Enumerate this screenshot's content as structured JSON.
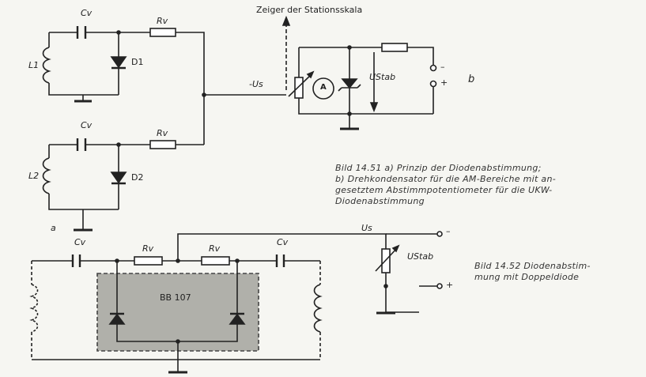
{
  "fig_a": {
    "cv1": "Cv",
    "rv1": "Rv",
    "l1": "L1",
    "d1": "D1",
    "cv2": "Cv",
    "rv2": "Rv",
    "l2": "L2",
    "d2": "D2",
    "us": "-Us",
    "panel": "a"
  },
  "fig_b": {
    "pointer": "Zeiger der Stationsskala",
    "ammeter": "A",
    "ustab": "UStab",
    "minus": "–",
    "plus": "+",
    "panel": "b"
  },
  "caption_1451": {
    "l1": "Bild 14.51 a) Prinzip der Diodenabstimmung;",
    "l2": "b) Drehkondensator für die AM-Bereiche mit an-",
    "l3": "gesetztem Abstimmpotentiometer für die UKW-",
    "l4": "Diodenabstimmung"
  },
  "fig_1452": {
    "cv1": "Cv",
    "rv1": "Rv",
    "rv2": "Rv",
    "cv2": "Cv",
    "diode": "BB 107",
    "us": "Us",
    "ustab": "UStab",
    "minus": "–",
    "plus": "+"
  },
  "caption_1452": {
    "l1": "Bild 14.52 Diodenabstim-",
    "l2": "mung mit Doppeldiode"
  }
}
